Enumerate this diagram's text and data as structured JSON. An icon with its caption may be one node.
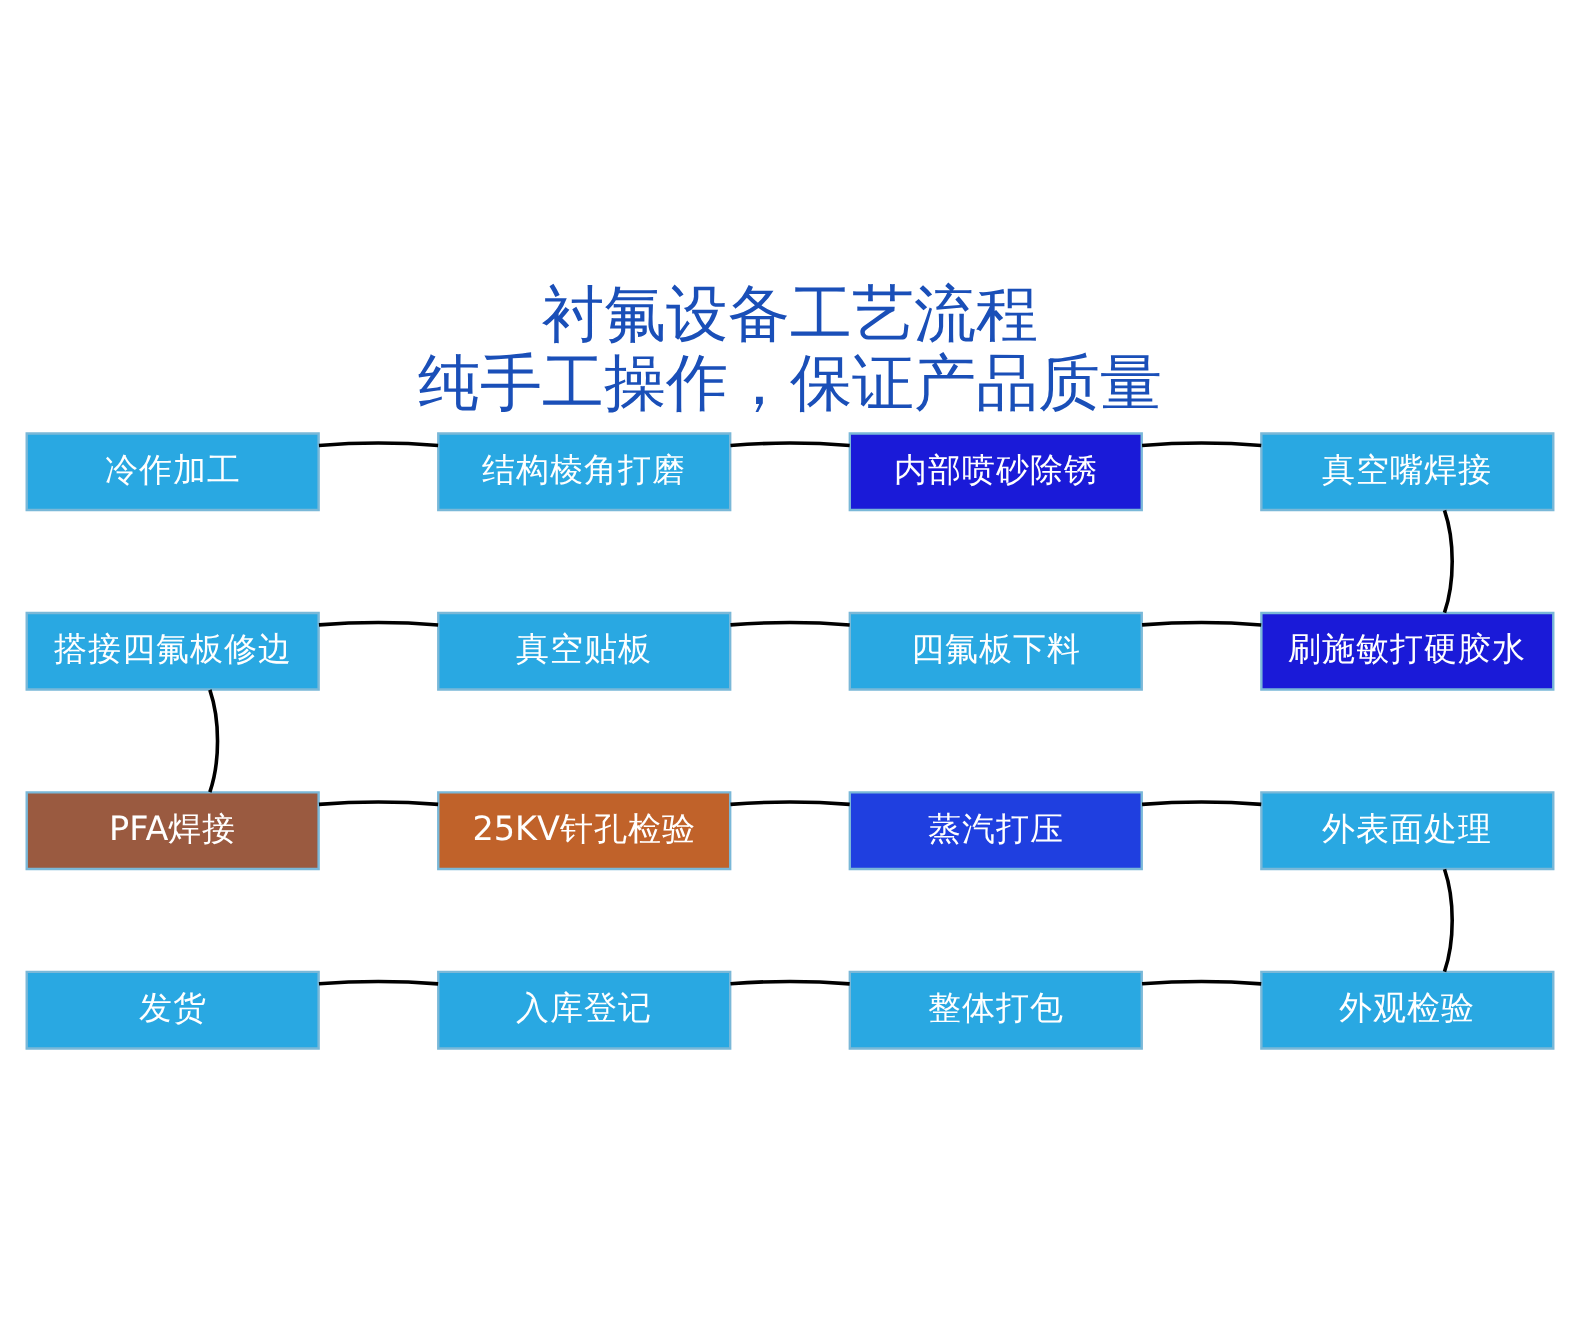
{
  "diagram": {
    "title": "衬氟设备工艺流程",
    "caption": "纯手工操作，保证产品质量",
    "nodes": [
      {
        "text": [
          "冷作加工"
        ]
      },
      {
        "text": [
          "结构棱角打磨"
        ]
      },
      {
        "text": [
          "内部喷砂除锈"
        ]
      },
      {
        "text": [
          "真空嘴焊接"
        ]
      },
      {
        "text": [
          "搭接四氟板修边"
        ]
      },
      {
        "text": [
          "真空贴板"
        ]
      },
      {
        "text": [
          "四氟板下料"
        ]
      },
      {
        "text": [
          "刷施敏打硬胶水"
        ]
      },
      {
        "text": [
          "PFA焊接"
        ]
      },
      {
        "text": [
          "25KV针孔检验"
        ]
      },
      {
        "text": [
          "蒸汽打压"
        ]
      },
      {
        "text": [
          "外表面处理"
        ]
      },
      {
        "text": [
          "发货"
        ]
      },
      {
        "text": [
          "入库登记"
        ]
      },
      {
        "text": [
          "整体打包"
        ]
      },
      {
        "text": [
          "外观检验"
        ]
      }
    ],
    "edges": [
      {
        "from": 0,
        "to": 1,
        "arrow": "none"
      },
      {
        "from": 1,
        "to": 2,
        "arrow": "none"
      },
      {
        "from": 2,
        "to": 3,
        "arrow": "none"
      },
      {
        "from": 3,
        "to": 7,
        "arrow": "none"
      },
      {
        "from": 7,
        "to": 6,
        "arrow": "none"
      },
      {
        "from": 6,
        "to": 5,
        "arrow": "none"
      },
      {
        "from": 5,
        "to": 4,
        "arrow": "none"
      },
      {
        "from": 4,
        "to": 8,
        "arrow": "none"
      },
      {
        "from": 8,
        "to": 9,
        "arrow": "none"
      },
      {
        "from": 9,
        "to": 10,
        "arrow": "none"
      },
      {
        "from": 10,
        "to": 11,
        "arrow": "none"
      },
      {
        "from": 11,
        "to": 15,
        "arrow": "none"
      },
      {
        "from": 15,
        "to": 14,
        "arrow": "none"
      },
      {
        "from": 14,
        "to": 13,
        "arrow": "none"
      },
      {
        "from": 13,
        "to": 12,
        "arrow": "none"
      }
    ]
  }
}
